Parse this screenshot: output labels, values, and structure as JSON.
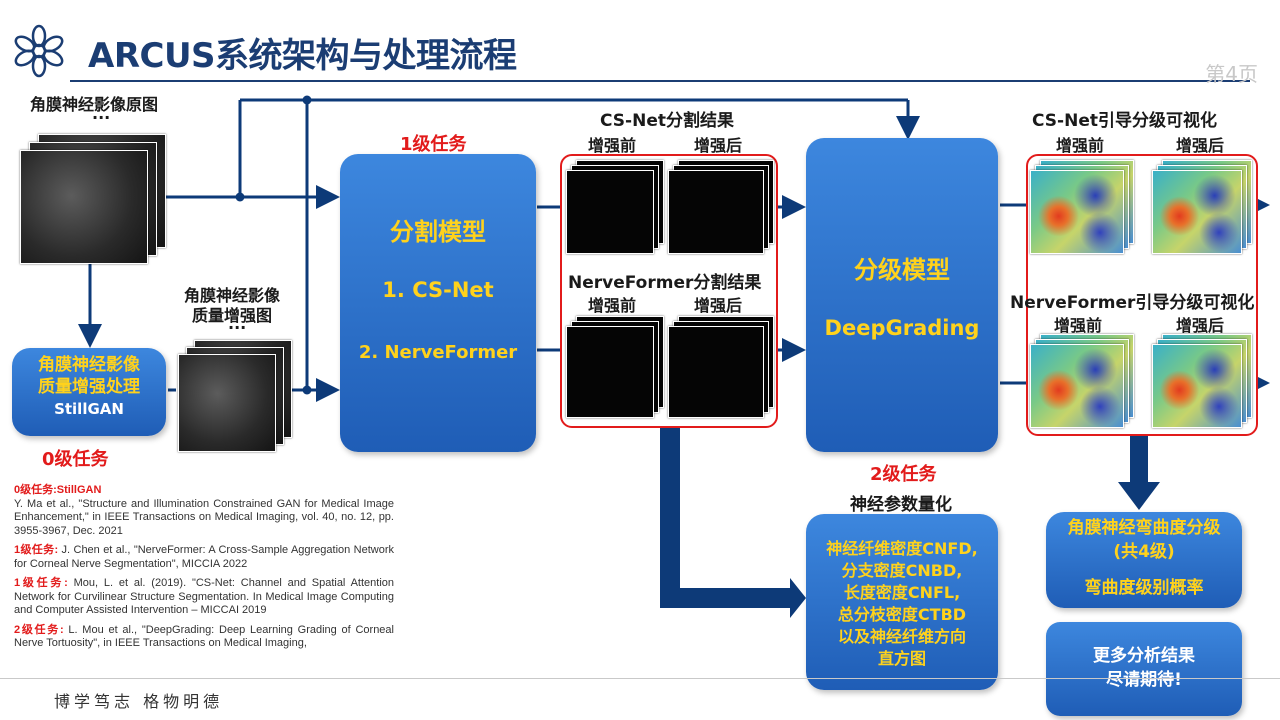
{
  "header": {
    "title": "ARCUS系统架构与处理流程",
    "page_number": "第4页"
  },
  "raw": {
    "label": "角膜神经影像原图",
    "dots": "···"
  },
  "enhanced": {
    "label_line1": "角膜神经影像",
    "label_line2": "质量增强图",
    "dots": "···"
  },
  "stillgan_box": {
    "line1": "角膜神经影像",
    "line2": "质量增强处理",
    "model": "StillGAN"
  },
  "level0": "0级任务",
  "level1": "1级任务",
  "level2": "2级任务",
  "seg_model": {
    "title": "分割模型",
    "item1": "1. CS-Net",
    "item2": "2. NerveFormer"
  },
  "csnet_results": {
    "title": "CS-Net分割结果",
    "before": "增强前",
    "after": "增强后"
  },
  "nerveformer_results": {
    "title": "NerveFormer分割结果",
    "before": "增强前",
    "after": "增强后"
  },
  "grading_model": {
    "title": "分级模型",
    "model": "DeepGrading"
  },
  "csnet_vis": {
    "title": "CS-Net引导分级可视化",
    "before": "增强前",
    "after": "增强后"
  },
  "nerveformer_vis": {
    "title": "NerveFormer引导分级可视化",
    "before": "增强前",
    "after": "增强后"
  },
  "quant": {
    "heading": "神经参数量化",
    "lines": [
      "神经纤维密度CNFD,",
      "分支密度CNBD,",
      "长度密度CNFL,",
      "总分枝密度CTBD",
      "以及神经纤维方向",
      "直方图"
    ]
  },
  "tortuosity": {
    "line1": "角膜神经弯曲度分级",
    "line2": "(共4级)",
    "line3": "弯曲度级别概率"
  },
  "more": {
    "line1": "更多分析结果",
    "line2": "尽请期待!"
  },
  "refs": [
    {
      "tag": "0级任务:StillGAN",
      "text": "Y. Ma et al., \"Structure and Illumination Constrained GAN for Medical Image Enhancement,\" in IEEE Transactions on Medical Imaging, vol. 40, no. 12, pp. 3955-3967, Dec. 2021"
    },
    {
      "tag": "1级任务:",
      "text": "J. Chen et al., \"NerveFormer: A Cross-Sample Aggregation Network for Corneal Nerve Segmentation\", MICCIA 2022"
    },
    {
      "tag": "1级任务:",
      "text": "Mou, L. et al. (2019). \"CS-Net: Channel and Spatial Attention Network for Curvilinear Structure Segmentation. In Medical Image Computing and Computer Assisted Intervention – MICCAI 2019"
    },
    {
      "tag": "2级任务:",
      "text": "L. Mou et al., \"DeepGrading: Deep Learning Grading of Corneal Nerve Tortuosity\", in IEEE Transactions on Medical Imaging,"
    }
  ],
  "motto": "博学笃志 格物明德",
  "colors": {
    "title": "#1b3d73",
    "accent_red": "#e21b1b",
    "box_blue": "#2a6fd0",
    "box_text_yellow": "#ffd21c",
    "arrow": "#0d3a78"
  },
  "icons": {
    "logo": "snowflake-flower-logo-icon"
  }
}
